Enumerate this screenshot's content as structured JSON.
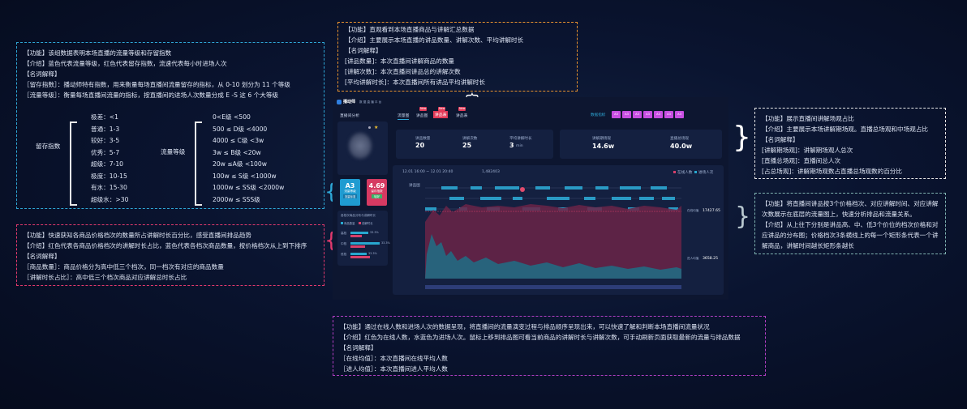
{
  "box_level": {
    "lines": [
      "【功能】该组数据表明本场直播的流量等级和存留指数",
      "【介绍】蓝色代表流量等级，红色代表留存指数，流速代表每小时进场人次",
      "【名词解释】",
      "［留存指数］：播动师特有指数，用来衡量每场直播间流量留存的指标，从 0-10 划分为 11 个等级",
      "［流量等级］：衡量每场直播间流量的指标，按直播间的进场人次数量分成 E -S 这 6 个大等级"
    ],
    "retention_title": "留存指数",
    "retention": [
      "极差：<1",
      "普通：1-3",
      "较好：3-5",
      "优秀：5-7",
      "超级：7-10",
      "极度：10-15",
      "有水：15-30",
      "超级水：>30"
    ],
    "flow_title": "流量等级",
    "flow": [
      "0<E级 <500",
      "500 ≤ D级 <4000",
      "4000 ≤ C级 <3w",
      "3w ≤ B级 <20w",
      "20w ≤A级 <100w",
      "100w ≤ S级 <1000w",
      "1000w ≤ SS级 <2000w",
      "2000w ≤ SSS级"
    ]
  },
  "box_price": {
    "lines": [
      "【功能】快速获知各商品价格档次的数量所占讲解时长百分比，感受直播间排品趋势",
      "【介绍】红色代表各商品价格档次的讲解时长占比，蓝色代表各档次商品数量，按价格档次从上到下排序",
      "【名词解释】",
      "［商品数量］：商品价格分为高中低三个档次，同一档次有对应的商品数量",
      "［讲解时长占比］：高中低三个档次商品对应讲解总时长占比"
    ]
  },
  "box_summary": {
    "lines": [
      "【功能】直观看到本场直播商品与讲解汇总数据",
      "【介绍】主要展示本场直播的讲品数量、讲解次数、平均讲解时长",
      "【名词解释】",
      "[讲品数量]：本次直播间讲解商品的数量",
      "[讲解次数]：本次直播间讲品总的讲解次数",
      "[平均讲解时长]：本次直播间所有讲品平均讲解时长"
    ]
  },
  "box_view": {
    "lines": [
      "【功能】展示直播间讲解场观占比",
      "【介绍】主要展示本场讲解期场观。直播总场观和中场观占比",
      "【名词解释】",
      "[讲解期场观]：讲解期场观人总次",
      "[直播总场观]：直播间总人次",
      "[占总场观]：讲解期场观数占直播总场观数的百分比"
    ]
  },
  "box_segment": {
    "lines": [
      "【功能】将直播间讲品按3个价格档次、对应讲解时间、对应讲解",
      "次数展示在底层的流量图上，快速分析排品和流量关系。",
      "【介绍】从上往下分别是讲品高、中、低3个价位的档次价格和对",
      "应讲品的分布图；价格档次3条横线上的每一个矩形条代表一个讲",
      "解商品，讲解时间越长矩形条越长"
    ]
  },
  "box_flow": {
    "lines": [
      "【功能】通过在线人数和进场人次的数据呈现，将直播间的流量演变过程与排品顺序呈现出来，可以快速了解和判断本场直播间流量状况",
      "【介绍】红色为在线人数，水蓝色为进场人次。鼠标上移到排品图可看当前商品的讲解时长与讲解次数，可手动刷新页面获取最新的流量与排品数据",
      "【名词解释】",
      "［在线均值］：本次直播间在线平均人数",
      "［进人均值］：本次直播间进人平均人数"
    ]
  },
  "shot": {
    "logo": "播动师",
    "logo_sub": "数 据 直 播 平 台",
    "page": "直播间分析",
    "tabs": [
      "流量图",
      "讲品图",
      "讲品表",
      "讲品表"
    ],
    "new_tag": "New",
    "chip_label": "A3",
    "chips": [
      "A3",
      "A3",
      "A3",
      "A3",
      "A3",
      "A3",
      "A3"
    ],
    "toolbar_label": "数据指标",
    "level": "A3",
    "level_label": "流量等级",
    "level_tag": "流量标准",
    "retention": "4.69",
    "retention_label": "留存指数",
    "retention_tag": "较好",
    "dist_title": "各档次商品分布与讲解时长",
    "dist_legend": [
      "商品数量",
      "讲解时长"
    ],
    "dist_rows": [
      {
        "label": "高档",
        "pct": "33.3%",
        "count": 0.55,
        "time": 0.35
      },
      {
        "label": "中档",
        "pct": "33.3%",
        "count": 0.9,
        "time": 0.45
      },
      {
        "label": "低档",
        "pct": "33.3%",
        "count": 0.5,
        "time": 0.6
      }
    ],
    "stat1": {
      "l1": "讲品数量",
      "v1": "20",
      "l2": "讲解次数",
      "v2": "25",
      "l3": "平均讲解时长",
      "v3": "3",
      "u3": "min"
    },
    "stat2": {
      "l1": "讲解期场观",
      "v1": "14.6w",
      "l2": "直播总场观",
      "v2": "40.0w"
    },
    "time_range": "12.01 16:00 ~ 12.01 20:40",
    "total": "1,482403",
    "legend": [
      "在线人数",
      "进场人次"
    ],
    "online_avg_label": "在线均值",
    "online_avg": "17427.65",
    "enter_avg_label": "进人均值",
    "enter_avg": "3658.25",
    "chart_tag": "讲品图"
  },
  "colors": {
    "online": "#d8406a",
    "enter": "#28a8cf",
    "chip": "#c84ee2"
  }
}
